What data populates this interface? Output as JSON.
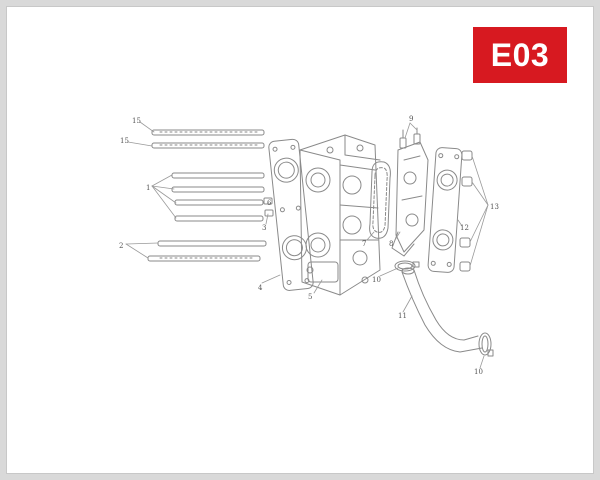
{
  "badge": {
    "code": "E03",
    "color": "#d71920"
  },
  "diagram": {
    "line_color": "#8a8a8a",
    "callouts": [
      "15",
      "15",
      "1",
      "2",
      "3",
      "4",
      "5",
      "6",
      "7",
      "8",
      "9",
      "10",
      "10",
      "11",
      "12",
      "13"
    ]
  }
}
